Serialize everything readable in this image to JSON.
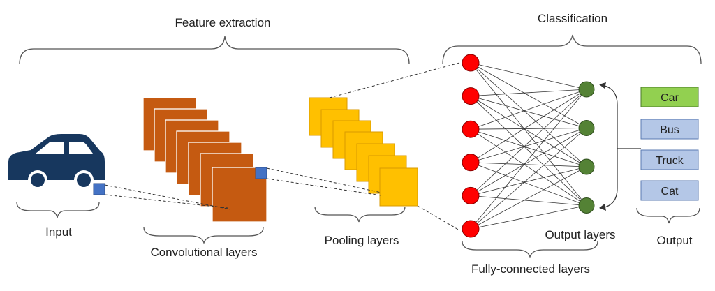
{
  "labels": {
    "feature_extraction": "Feature extraction",
    "classification": "Classification",
    "input": "Input",
    "convolutional_layers": "Convolutional layers",
    "pooling_layers": "Pooling layers",
    "output_layers": "Output layers",
    "fully_connected_layers": "Fully-connected layers",
    "output": "Output"
  },
  "outputs": [
    {
      "label": "Car",
      "color": "#92d050"
    },
    {
      "label": "Bus",
      "color": "#b4c7e7"
    },
    {
      "label": "Truck",
      "color": "#b4c7e7"
    },
    {
      "label": "Cat",
      "color": "#b4c7e7"
    }
  ],
  "network": {
    "input_nodes": 6,
    "output_nodes": 4
  },
  "colors": {
    "car": "#17375e",
    "conv": "#c55a11",
    "pool": "#ffc000",
    "pool_stroke": "#d99a00",
    "patch": "#4472c4",
    "input_node": "#ff0000",
    "output_node": "#548235",
    "line": "#333333",
    "brace": "#555555"
  }
}
